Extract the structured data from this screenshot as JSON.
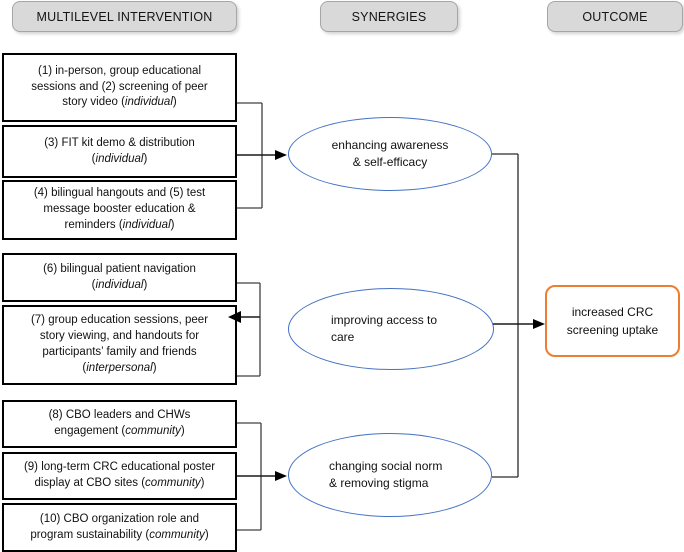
{
  "figure": {
    "headers": {
      "intervention": "MULTILEVEL INTERVENTION",
      "synergies": "SYNERGIES",
      "outcome": "OUTCOME"
    },
    "intervention": {
      "boxes": [
        {
          "pre": "(1) in-person, group educational\nsessions and (2) screening of peer\nstory video (",
          "italic": "individual",
          "post": ")"
        },
        {
          "pre": "(3) FIT kit demo & distribution\n(",
          "italic": "individual",
          "post": ")"
        },
        {
          "pre": "(4) bilingual hangouts and (5) test\nmessage booster education &\nreminders (",
          "italic": "individual",
          "post": ")"
        },
        {
          "pre": "(6) bilingual patient navigation\n(",
          "italic": "individual",
          "post": ")"
        },
        {
          "pre": "(7) group education sessions, peer\nstory viewing, and handouts for\nparticipants’ family and friends\n(",
          "italic": "interpersonal",
          "post": ")"
        },
        {
          "pre": "(8) CBO leaders and CHWs\nengagement (",
          "italic": "community",
          "post": ")"
        },
        {
          "pre": "(9) long-term CRC educational poster\ndisplay at CBO sites (",
          "italic": "community",
          "post": ")"
        },
        {
          "pre": "(10) CBO organization role and\nprogram sustainability (",
          "italic": "community",
          "post": ")"
        }
      ]
    },
    "synergies": {
      "ellipses": [
        {
          "text": "enhancing awareness\n& self-efficacy"
        },
        {
          "text": "improving access to\ncare"
        },
        {
          "text": "changing social norm\n& removing stigma"
        }
      ]
    },
    "outcome": {
      "text": "increased CRC\nscreening uptake"
    },
    "colors": {
      "synergy_ellipse_border": "#4472C4",
      "outcome_box_border": "#ED7D31",
      "header_fill": "#D9D9D9",
      "header_border": "#A6A6A6",
      "intervention_box_border": "#000000",
      "connector_line": "#404040",
      "arrowhead": "#000000"
    }
  }
}
